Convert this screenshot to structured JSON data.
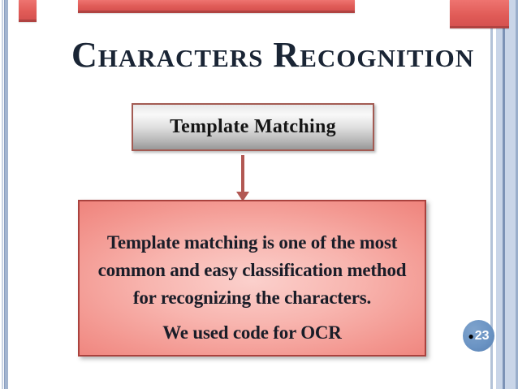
{
  "slide": {
    "title": "Characters Recognition",
    "flowchart": {
      "node_label": "Template Matching",
      "connector": "down-arrow",
      "description": {
        "lines": [
          "Template matching is one of the most",
          "common and easy classification method",
          "for recognizing the characters."
        ],
        "footer_line": "We used code for OCR"
      }
    },
    "page": {
      "bullet": "●",
      "number": "23"
    },
    "colors": {
      "tab_red": "#E05B57",
      "tab_red_edge": "#B04341",
      "arrow_red": "#B25853",
      "node_border": "#A35B53",
      "node_fill_top": "#F9F9F9",
      "node_fill_bottom": "#979797",
      "description_border": "#AA423E",
      "description_fill": "#F39790",
      "badge_blue": "#6B94C4",
      "side_rule_blue": "#A2B4CF",
      "title_text": "#1A2535",
      "body_text": "#1A1D28"
    }
  }
}
